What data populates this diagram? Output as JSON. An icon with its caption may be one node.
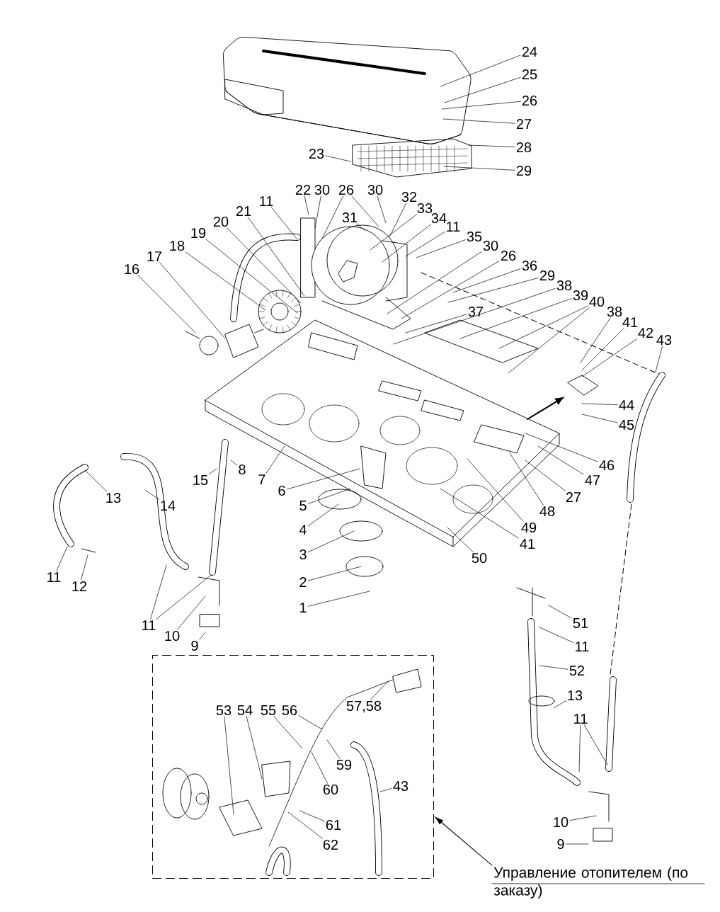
{
  "diagram": {
    "nodes": [
      {
        "text": [
          "24"
        ]
      },
      {
        "text": [
          "25"
        ]
      },
      {
        "text": [
          "26"
        ]
      },
      {
        "text": [
          "27"
        ]
      },
      {
        "text": [
          "28"
        ]
      },
      {
        "text": [
          "29"
        ]
      },
      {
        "text": [
          "23"
        ]
      },
      {
        "text": [
          "22"
        ]
      },
      {
        "text": [
          "30"
        ]
      },
      {
        "text": [
          "26"
        ]
      },
      {
        "text": [
          "30"
        ]
      },
      {
        "text": [
          "31"
        ]
      },
      {
        "text": [
          "32"
        ]
      },
      {
        "text": [
          "33"
        ]
      },
      {
        "text": [
          "34"
        ]
      },
      {
        "text": [
          "11"
        ]
      },
      {
        "text": [
          "35"
        ]
      },
      {
        "text": [
          "30"
        ]
      },
      {
        "text": [
          "26"
        ]
      },
      {
        "text": [
          "36"
        ]
      },
      {
        "text": [
          "29"
        ]
      },
      {
        "text": [
          "38"
        ]
      },
      {
        "text": [
          "37"
        ]
      },
      {
        "text": [
          "39"
        ]
      },
      {
        "text": [
          "40"
        ]
      },
      {
        "text": [
          "38"
        ]
      },
      {
        "text": [
          "41"
        ]
      },
      {
        "text": [
          "42"
        ]
      },
      {
        "text": [
          "43"
        ]
      },
      {
        "text": [
          "11"
        ]
      },
      {
        "text": [
          "21"
        ]
      },
      {
        "text": [
          "20"
        ]
      },
      {
        "text": [
          "19"
        ]
      },
      {
        "text": [
          "18"
        ]
      },
      {
        "text": [
          "17"
        ]
      },
      {
        "text": [
          "16"
        ]
      },
      {
        "text": [
          "44"
        ]
      },
      {
        "text": [
          "45"
        ]
      },
      {
        "text": [
          "46"
        ]
      },
      {
        "text": [
          "47"
        ]
      },
      {
        "text": [
          "27"
        ]
      },
      {
        "text": [
          "48"
        ]
      },
      {
        "text": [
          "49"
        ]
      },
      {
        "text": [
          "41"
        ]
      },
      {
        "text": [
          "50"
        ]
      },
      {
        "text": [
          "15"
        ]
      },
      {
        "text": [
          "8"
        ]
      },
      {
        "text": [
          "7"
        ]
      },
      {
        "text": [
          "6"
        ]
      },
      {
        "text": [
          "5"
        ]
      },
      {
        "text": [
          "4"
        ]
      },
      {
        "text": [
          "3"
        ]
      },
      {
        "text": [
          "2"
        ]
      },
      {
        "text": [
          "1"
        ]
      },
      {
        "text": [
          "13"
        ]
      },
      {
        "text": [
          "14"
        ]
      },
      {
        "text": [
          "11"
        ]
      },
      {
        "text": [
          "12"
        ]
      },
      {
        "text": [
          "11"
        ]
      },
      {
        "text": [
          "10"
        ]
      },
      {
        "text": [
          "9"
        ]
      },
      {
        "text": [
          "51"
        ]
      },
      {
        "text": [
          "11"
        ]
      },
      {
        "text": [
          "52"
        ]
      },
      {
        "text": [
          "13"
        ]
      },
      {
        "text": [
          "11"
        ]
      },
      {
        "text": [
          "10"
        ]
      },
      {
        "text": [
          "9"
        ]
      },
      {
        "text": [],
        "shape": "box"
      },
      {
        "text": [
          "53"
        ],
        "in": 68
      },
      {
        "text": [
          "54"
        ],
        "in": 68
      },
      {
        "text": [
          "55"
        ],
        "in": 68
      },
      {
        "text": [
          "56"
        ],
        "in": 68
      },
      {
        "text": [
          "57,58"
        ],
        "in": 68
      },
      {
        "text": [
          "59"
        ],
        "in": 68
      },
      {
        "text": [
          "60"
        ],
        "in": 68
      },
      {
        "text": [
          "61"
        ],
        "in": 68
      },
      {
        "text": [
          "62"
        ],
        "in": 68
      },
      {
        "text": [
          "43"
        ],
        "in": 68
      },
      {
        "text": [
          "Управление отопителем (по заказу)"
        ]
      }
    ],
    "edges": [
      {
        "from": 0,
        "to": null,
        "arrow": "none"
      },
      {
        "from": 1,
        "to": null,
        "arrow": "none"
      },
      {
        "from": 2,
        "to": null,
        "arrow": "none"
      },
      {
        "from": 3,
        "to": null,
        "arrow": "none"
      },
      {
        "from": 4,
        "to": null,
        "arrow": "none"
      },
      {
        "from": 5,
        "to": null,
        "arrow": "none"
      },
      {
        "from": 6,
        "to": null,
        "arrow": "none"
      },
      {
        "from": 7,
        "to": null,
        "arrow": "none"
      },
      {
        "from": 8,
        "to": null,
        "arrow": "none"
      },
      {
        "from": 9,
        "to": null,
        "arrow": "none"
      },
      {
        "from": 9,
        "to": null,
        "arrow": "none"
      },
      {
        "from": 10,
        "to": null,
        "arrow": "none"
      },
      {
        "from": 11,
        "to": null,
        "arrow": "none"
      },
      {
        "from": 12,
        "to": null,
        "arrow": "none"
      },
      {
        "from": 13,
        "to": null,
        "arrow": "none"
      },
      {
        "from": 14,
        "to": null,
        "arrow": "none"
      },
      {
        "from": 15,
        "to": null,
        "arrow": "none"
      },
      {
        "from": 16,
        "to": null,
        "arrow": "none"
      },
      {
        "from": 17,
        "to": null,
        "arrow": "none"
      },
      {
        "from": 18,
        "to": null,
        "arrow": "none"
      },
      {
        "from": 19,
        "to": null,
        "arrow": "none"
      },
      {
        "from": 20,
        "to": null,
        "arrow": "none"
      },
      {
        "from": 21,
        "to": null,
        "arrow": "none"
      },
      {
        "from": 22,
        "to": null,
        "arrow": "none"
      },
      {
        "from": 23,
        "to": null,
        "arrow": "none"
      },
      {
        "from": 24,
        "to": null,
        "arrow": "none"
      },
      {
        "from": 24,
        "to": null,
        "arrow": "none"
      },
      {
        "from": 25,
        "to": null,
        "arrow": "none"
      },
      {
        "from": 26,
        "to": null,
        "arrow": "none"
      },
      {
        "from": 27,
        "to": null,
        "arrow": "none"
      },
      {
        "from": 28,
        "to": null,
        "arrow": "none"
      },
      {
        "from": 29,
        "to": null,
        "arrow": "none"
      },
      {
        "from": 30,
        "to": null,
        "arrow": "none"
      },
      {
        "from": 31,
        "to": null,
        "arrow": "none"
      },
      {
        "from": 32,
        "to": null,
        "arrow": "none"
      },
      {
        "from": 33,
        "to": null,
        "arrow": "none"
      },
      {
        "from": 34,
        "to": null,
        "arrow": "none"
      },
      {
        "from": 35,
        "to": null,
        "arrow": "none"
      },
      {
        "from": 36,
        "to": null,
        "arrow": "none"
      },
      {
        "from": 37,
        "to": null,
        "arrow": "none"
      },
      {
        "from": 38,
        "to": null,
        "arrow": "none"
      },
      {
        "from": 39,
        "to": null,
        "arrow": "none"
      },
      {
        "from": 40,
        "to": null,
        "arrow": "none"
      },
      {
        "from": 41,
        "to": null,
        "arrow": "none"
      },
      {
        "from": 42,
        "to": null,
        "arrow": "none"
      },
      {
        "from": 43,
        "to": null,
        "arrow": "none"
      },
      {
        "from": 44,
        "to": null,
        "arrow": "none"
      },
      {
        "from": 45,
        "to": null,
        "arrow": "none"
      },
      {
        "from": 46,
        "to": null,
        "arrow": "none"
      },
      {
        "from": 47,
        "to": null,
        "arrow": "none"
      },
      {
        "from": 48,
        "to": null,
        "arrow": "none"
      },
      {
        "from": 49,
        "to": null,
        "arrow": "none"
      },
      {
        "from": 50,
        "to": null,
        "arrow": "none"
      },
      {
        "from": 51,
        "to": null,
        "arrow": "none"
      },
      {
        "from": 52,
        "to": null,
        "arrow": "none"
      },
      {
        "from": 53,
        "to": null,
        "arrow": "none"
      },
      {
        "from": 54,
        "to": null,
        "arrow": "none"
      },
      {
        "from": 55,
        "to": null,
        "arrow": "none"
      },
      {
        "from": 56,
        "to": null,
        "arrow": "none"
      },
      {
        "from": 57,
        "to": null,
        "arrow": "none"
      },
      {
        "from": 58,
        "to": null,
        "arrow": "none"
      },
      {
        "from": 58,
        "to": null,
        "arrow": "none"
      },
      {
        "from": 59,
        "to": null,
        "arrow": "none"
      },
      {
        "from": 60,
        "to": null,
        "arrow": "none"
      },
      {
        "from": 61,
        "to": null,
        "arrow": "none"
      },
      {
        "from": 62,
        "to": null,
        "arrow": "none"
      },
      {
        "from": 63,
        "to": null,
        "arrow": "none"
      },
      {
        "from": 64,
        "to": null,
        "arrow": "none"
      },
      {
        "from": 65,
        "to": null,
        "arrow": "none"
      },
      {
        "from": 65,
        "to": null,
        "arrow": "none"
      },
      {
        "from": 66,
        "to": null,
        "arrow": "none"
      },
      {
        "from": 67,
        "to": null,
        "arrow": "none"
      },
      {
        "from": 69,
        "to": null,
        "arrow": "none"
      },
      {
        "from": 70,
        "to": null,
        "arrow": "none"
      },
      {
        "from": 71,
        "to": null,
        "arrow": "none"
      },
      {
        "from": 72,
        "to": null,
        "arrow": "none"
      },
      {
        "from": 73,
        "to": null,
        "arrow": "none"
      },
      {
        "from": 74,
        "to": null,
        "arrow": "none"
      },
      {
        "from": 75,
        "to": null,
        "arrow": "none"
      },
      {
        "from": 76,
        "to": null,
        "arrow": "none"
      },
      {
        "from": 77,
        "to": null,
        "arrow": "none"
      },
      {
        "from": 78,
        "to": null,
        "arrow": "none"
      },
      {
        "from": 79,
        "to": 68,
        "arrow": "to"
      }
    ]
  }
}
